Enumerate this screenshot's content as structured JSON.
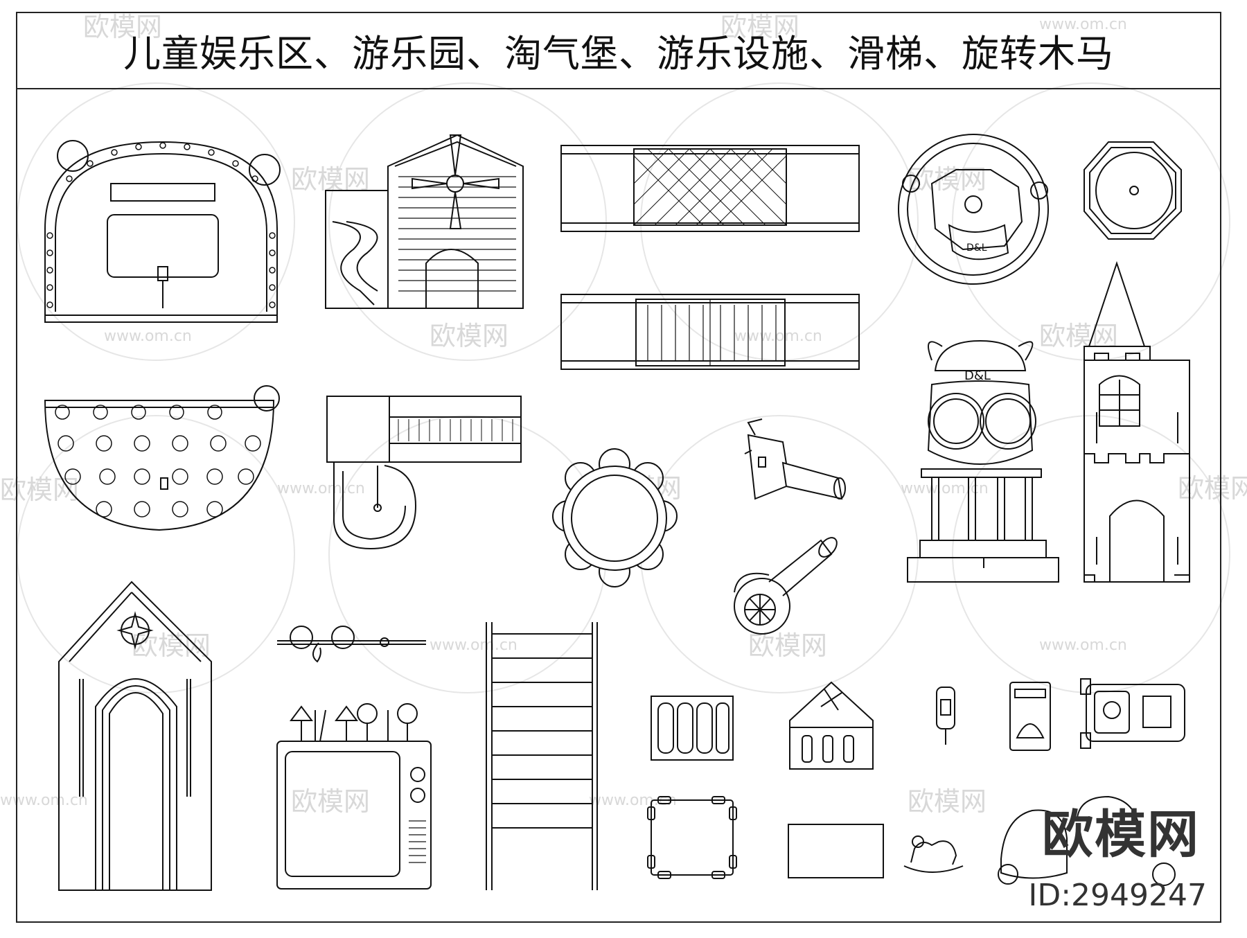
{
  "title": "儿童娱乐区、游乐园、淘气堡、游乐设施、滑梯、旋转木马",
  "watermark": {
    "brand": "欧模网",
    "url": "www.om.cn"
  },
  "branding": {
    "logo_text": "欧模网",
    "id_text": "ID:2949247"
  },
  "drawing_items": [
    {
      "name": "dome-playhouse"
    },
    {
      "name": "slide-house"
    },
    {
      "name": "net-bridge"
    },
    {
      "name": "roller-bridge"
    },
    {
      "name": "round-trampoline"
    },
    {
      "name": "octagon-pad"
    },
    {
      "name": "half-round-ball-pit"
    },
    {
      "name": "tube-slide-platform"
    },
    {
      "name": "flower-ring"
    },
    {
      "name": "mascot-tower"
    },
    {
      "name": "castle-tower"
    },
    {
      "name": "water-cannon-top"
    },
    {
      "name": "water-cannon-bottom"
    },
    {
      "name": "arch-house"
    },
    {
      "name": "dumbbell-bar"
    },
    {
      "name": "tv-panel"
    },
    {
      "name": "ladder-panel"
    },
    {
      "name": "bench-fence"
    },
    {
      "name": "windmill-hut"
    },
    {
      "name": "mini-bike"
    },
    {
      "name": "baby-seat"
    },
    {
      "name": "toy-car"
    },
    {
      "name": "square-seat"
    },
    {
      "name": "flat-panel"
    },
    {
      "name": "rocking-horse"
    },
    {
      "name": "kiddie-car"
    }
  ],
  "colors": {
    "line": "#111111",
    "frame": "#222222",
    "watermark": "#d8d8d8"
  }
}
